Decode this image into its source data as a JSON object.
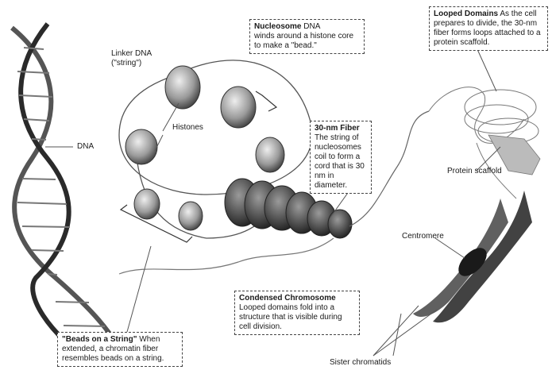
{
  "labels": {
    "dna": "DNA",
    "linker_dna": "Linker DNA",
    "linker_dna_sub": "(\"string\")",
    "histones": "Histones",
    "protein_scaffold": "Protein scaffold",
    "centromere": "Centromere",
    "sister_chromatids": "Sister chromatids"
  },
  "callouts": {
    "nucleosome": {
      "title": "Nucleosome",
      "text_inline": "DNA",
      "text": "winds around a histone core to make a \"bead.\""
    },
    "fiber": {
      "title": "30-nm Fiber",
      "text": "The string of nucleosomes coil to form a cord that is 30 nm in diameter."
    },
    "looped": {
      "title": "Looped Domains",
      "text": "As the cell prepares to divide, the 30-nm fiber forms loops attached to a protein scaffold."
    },
    "condensed": {
      "title": "Condensed Chromosome",
      "text": "Looped domains fold into a structure that is visible during cell division."
    },
    "beads": {
      "title": "\"Beads on a String\"",
      "text": "When extended, a chromatin fiber resembles beads on a string."
    }
  }
}
